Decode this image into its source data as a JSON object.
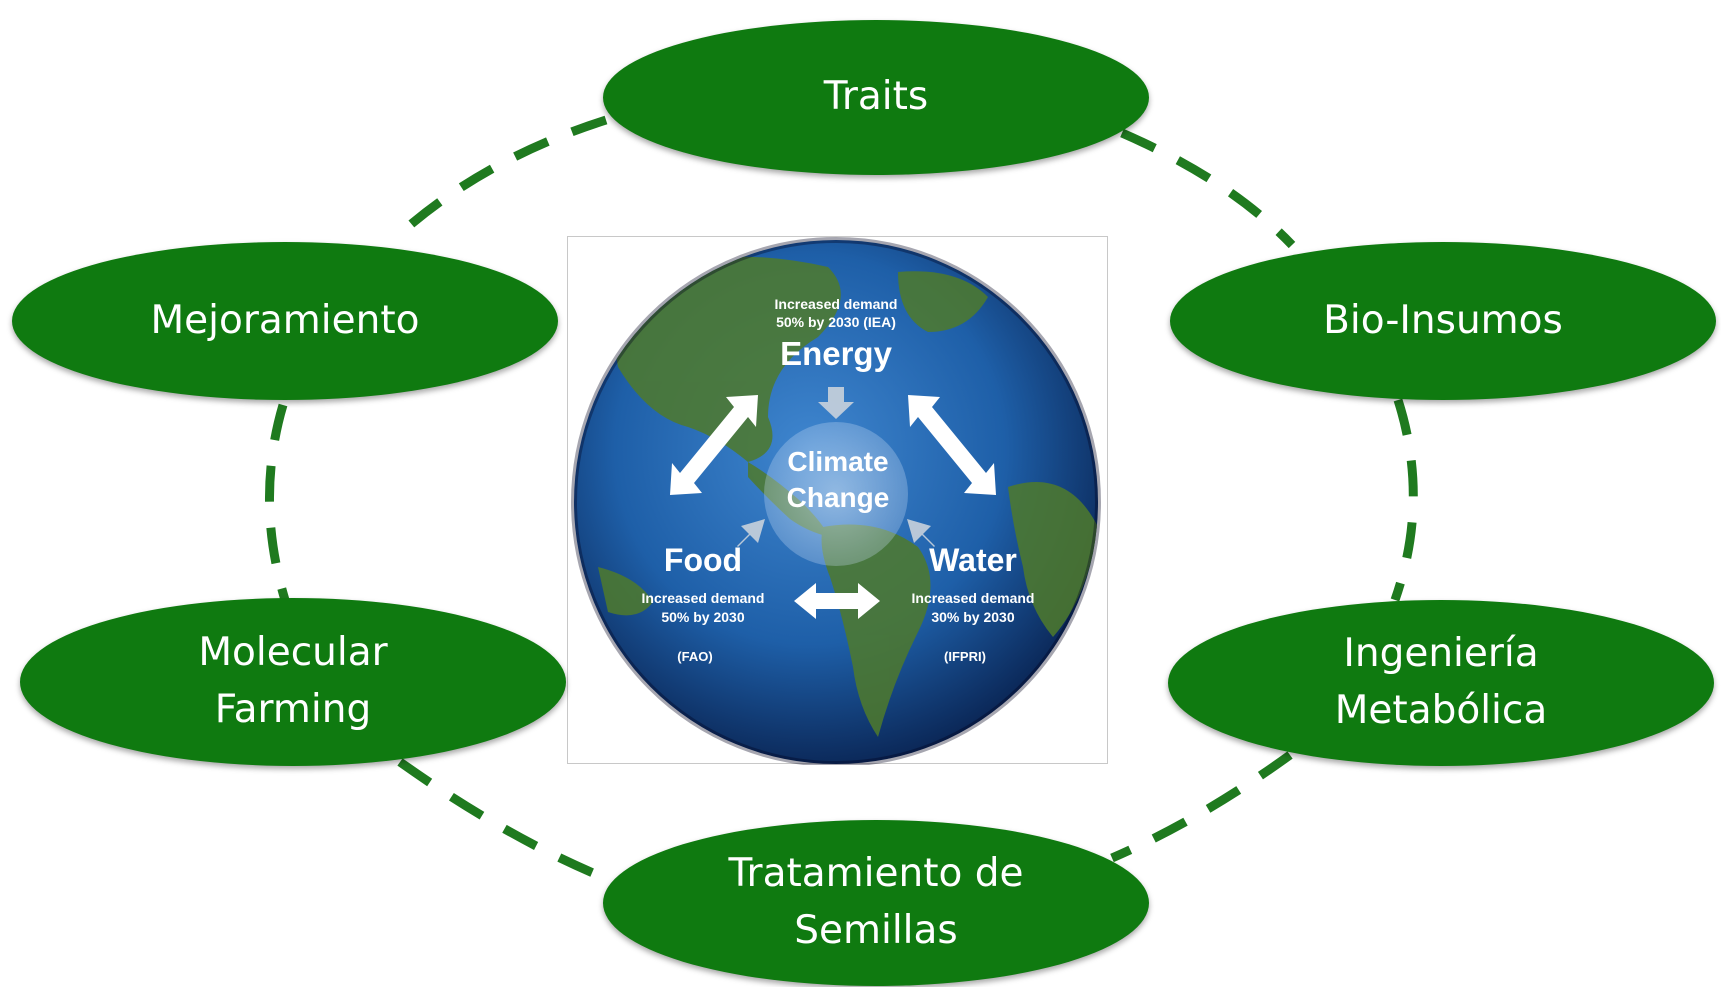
{
  "nodes": {
    "traits": "Traits",
    "mejoramiento": "Mejoramiento",
    "bio_insumos": "Bio-Insumos",
    "molecular_line1": "Molecular",
    "molecular_line2": "Farming",
    "ingenieria_line1": "Ingeniería",
    "ingenieria_line2": "Metabólica",
    "tratamiento_line1": "Tratamiento de",
    "tratamiento_line2": "Semillas"
  },
  "globe": {
    "energy": {
      "demand_line1": "Increased demand",
      "demand_line2": "50% by 2030 (IEA)",
      "title": "Energy"
    },
    "climate": {
      "line1": "Climate",
      "line2": "Change"
    },
    "food": {
      "title": "Food",
      "demand_line1": "Increased demand",
      "demand_line2": "50% by 2030",
      "source": "(FAO)"
    },
    "water": {
      "title": "Water",
      "demand_line1": "Increased demand",
      "demand_line2": "30% by 2030",
      "source": "(IFPRI)"
    }
  },
  "colors": {
    "node_green": "#0f7a10",
    "dash_green": "#1f7a1f",
    "ocean_blue": "#1e5fa8",
    "land_green": "#4f7a2c"
  }
}
